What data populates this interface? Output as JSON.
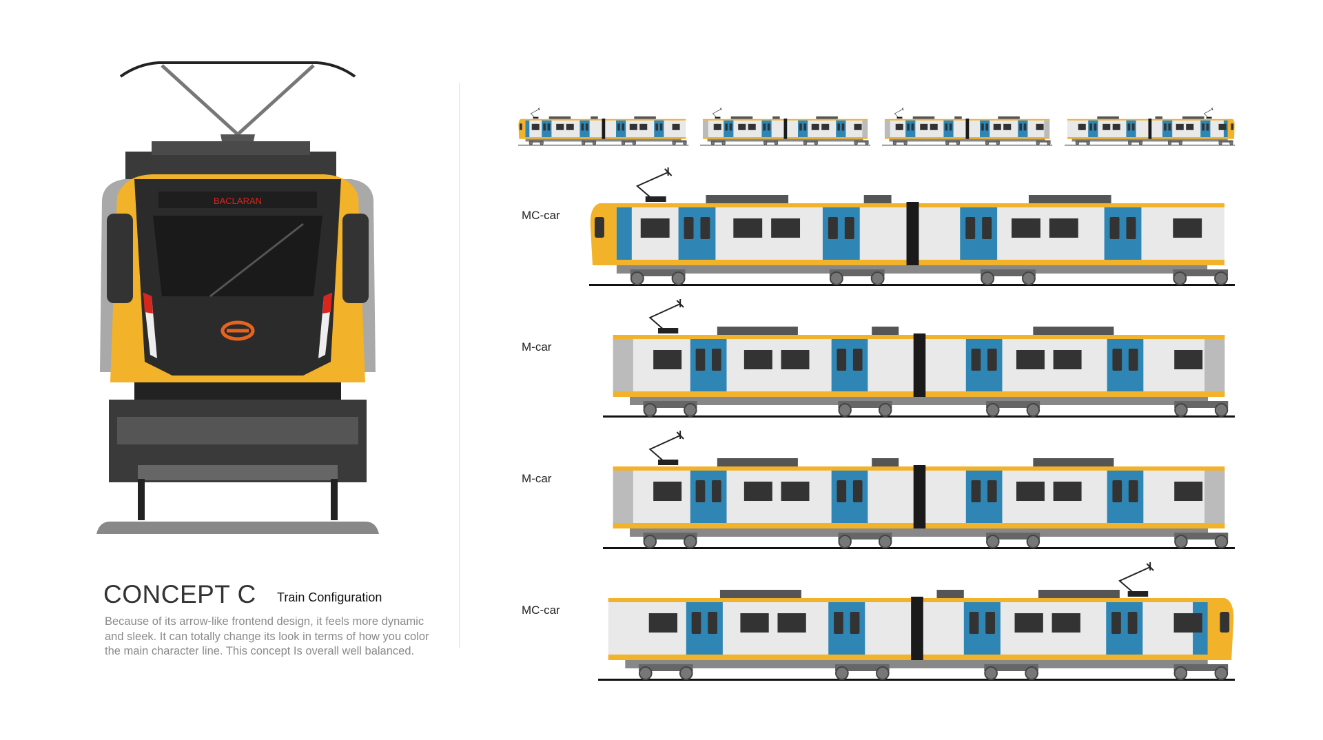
{
  "concept": {
    "title": "CONCEPT C",
    "subtitle": "Train Configuration",
    "description": "Because of its arrow-like frontend design, it feels more dynamic and sleek. It can totally change its look in terms of how you color the main character line. This concept Is overall well balanced.",
    "destination_sign": "BACLARAN"
  },
  "cars": [
    {
      "label": "MC-car",
      "type": "MC",
      "cab": "left"
    },
    {
      "label": "M-car",
      "type": "M",
      "cab": "none"
    },
    {
      "label": "M-car",
      "type": "M",
      "cab": "none"
    },
    {
      "label": "MC-car",
      "type": "MC",
      "cab": "right"
    }
  ],
  "colors": {
    "accent_yellow": "#f2b229",
    "door_blue": "#2f86b4",
    "body_white": "#e9e9e9",
    "dark_face": "#2b2b2b",
    "sign_red": "#d8261f",
    "logo_orange": "#e8641e"
  }
}
